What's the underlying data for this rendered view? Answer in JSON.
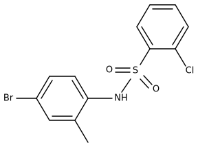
{
  "atoms": {
    "s": "S",
    "o1": "O",
    "o2": "O",
    "nh": "NH",
    "cl": "Cl",
    "br": "Br"
  }
}
